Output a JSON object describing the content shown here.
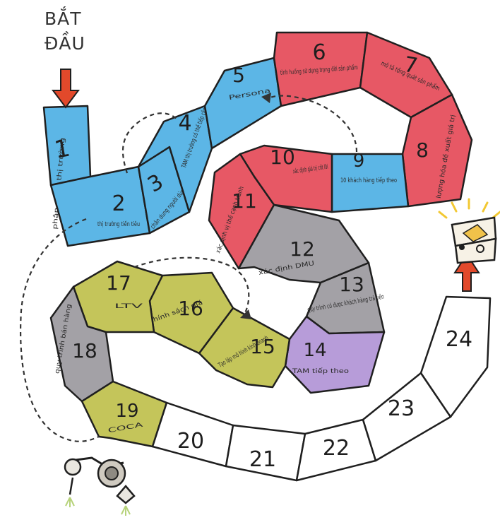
{
  "start": {
    "line1": "BẮT",
    "line2": "ĐẦU"
  },
  "colors": {
    "blue": "#5cb6e6",
    "red": "#e75865",
    "gray": "#a3a1a6",
    "olive": "#c4c55a",
    "purple": "#b79cd9",
    "white": "#ffffff",
    "arrow": "#e2492b",
    "outline": "#1f1f1f"
  },
  "squares": [
    {
      "num": "1",
      "label": "phân đoạn thị trường"
    },
    {
      "num": "2",
      "label": "thị trường tiền tiêu"
    },
    {
      "num": "3",
      "label": "chân dung người dùng cuối"
    },
    {
      "num": "4",
      "label": "TAM thị trường có thể tiếp cận"
    },
    {
      "num": "5",
      "label": "Persona"
    },
    {
      "num": "6",
      "label": "tình huống sử dụng trọng đời sản phẩm"
    },
    {
      "num": "7",
      "label": "mô tả tổng quát sản phẩm"
    },
    {
      "num": "8",
      "label": "lượng hóa đề xuất giá trị"
    },
    {
      "num": "9",
      "label": "10 khách hàng tiếp theo"
    },
    {
      "num": "10",
      "label": "xác định giá trị cốt lõi"
    },
    {
      "num": "11",
      "label": "xác định vị thế cạnh tranh"
    },
    {
      "num": "12",
      "label": "xác định DMU"
    },
    {
      "num": "13",
      "label": "quy trình có được khách hàng trả tiền"
    },
    {
      "num": "14",
      "label": "TAM tiếp theo"
    },
    {
      "num": "15",
      "label": "Tạo lập mô hình kinh doanh"
    },
    {
      "num": "16",
      "label": "chính sách giá"
    },
    {
      "num": "17",
      "label": "LTV"
    },
    {
      "num": "18",
      "label": "quy trình bán hàng"
    },
    {
      "num": "19",
      "label": "COCA"
    },
    {
      "num": "20",
      "label": ""
    },
    {
      "num": "21",
      "label": ""
    },
    {
      "num": "22",
      "label": ""
    },
    {
      "num": "23",
      "label": ""
    },
    {
      "num": "24",
      "label": ""
    }
  ]
}
